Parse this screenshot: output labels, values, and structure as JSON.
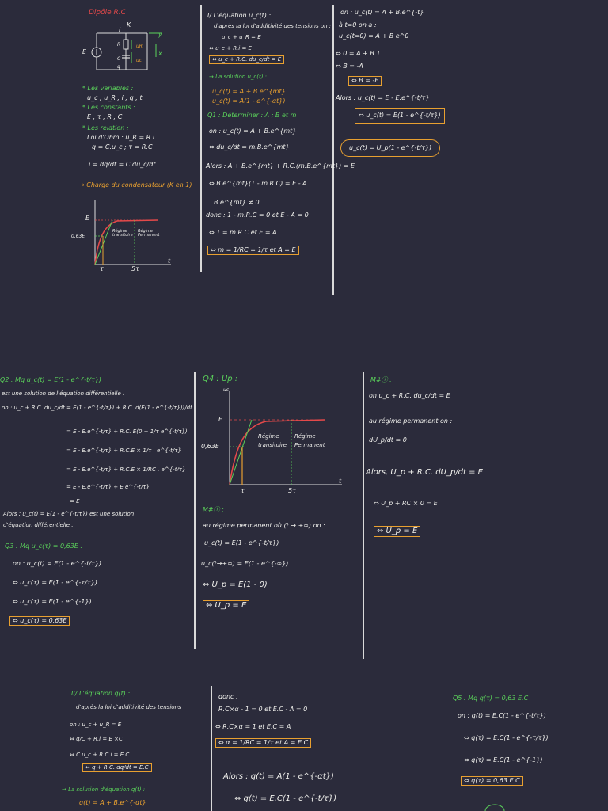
{
  "section1": {
    "title": "Dipôle R.C",
    "circuit": {
      "source": "E",
      "label_i": "i",
      "label_k": "K",
      "label_y": "y",
      "label_x": "x",
      "label_uR": "uR",
      "label_uc": "uc",
      "label_q": "q",
      "label_R": "R",
      "label_C": "C"
    },
    "notes": [
      "* Les variables :",
      "u_c ; u_R ; i ; q ; t",
      "* Les constants :",
      "E ; τ ; R ; C",
      "* Les relation :",
      "Loi d'Ohm : u_R = R.i",
      "q = C.u_c ; τ = R.C",
      "i = dq/dt = C du_c/dt",
      "→ Charge du condensateur (K en 1)"
    ],
    "graph": {
      "y_top": "E",
      "y_mid": "0,63E",
      "x1": "τ",
      "x2": "5τ",
      "x_axis": "t",
      "regime1": "Régime transitoire",
      "regime2": "Régime Permanent"
    }
  },
  "col2_top": {
    "lines": [
      "I/ L'équation u_c(t) :",
      "d'après la loi d'additivité des tensions on :",
      "u_c + u_R = E",
      "⇔ u_c + R.i = E",
      "⇔ u_c + R.C. du_c/dt = E",
      "→ La solution u_c(t) :",
      "u_c(t) = A + B.e^{mt}",
      "u_c(t) = A(1 - e^{-αt})",
      "Q1 : Déterminer : A ; B et m",
      "on : u_c(t) = A + B.e^{mt}",
      "⇔ du_c/dt = m.B.e^{mt}",
      "Alors : A + B.e^{mt} + R.C.(m.B.e^{mt}) = E",
      "⇔ B.e^{mt}(1 - m.R.C) = E - A",
      "B.e^{mt} ≠ 0",
      "donc : 1 - m.R.C = 0 et E - A = 0",
      "⇔ 1 = m.R.C et E = A",
      "⇔ m = 1/RC = 1/τ  et  A = E"
    ]
  },
  "col3_top": {
    "lines": [
      "on : u_c(t) = A + B.e^{-t}",
      "à t=0 on a :",
      "u_c(t=0) = A + B e^0",
      "⇔ 0 = A + B.1",
      "⇔ B = -A",
      "⇔ B = -E",
      "Alors : u_c(t) = E - E.e^{-t/τ}",
      "⇔ u_c(t) = E(1 - e^{-t/τ})",
      "u_c(t) = U_p(1 - e^{-t/τ})"
    ]
  },
  "middle_left": {
    "lines": [
      "Q2 : Mq u_c(t) = E(1 - e^{-t/τ})",
      "est une solution de l'équation différentielle :",
      "on : u_c + R.C. du_c/dt = E(1 - e^{-t/τ}) + R.C. d(E(1 - e^{-t/τ}))/dt",
      "= E - E.e^{-t/τ} + R.C. E(0 + 1/τ e^{-t/τ})",
      "= E - E.e^{-t/τ} + R.C.E × 1/τ . e^{-t/τ}",
      "= E - E.e^{-t/τ} + R.C.E × 1/RC . e^{-t/τ}",
      "= E - E.e^{-t/τ} + E.e^{-t/τ}",
      "= E",
      "Alors ; u_c(t) = E(1 - e^{-t/τ}) est une solution",
      "d'équation différentielle .",
      "Q3 : Mq u_c(τ) = 0,63E .",
      "on : u_c(t) = E(1 - e^{-t/τ})",
      "⇔ u_c(τ) = E(1 - e^{-τ/τ})",
      "⇔ u_c(τ) = E(1 - e^{-1})",
      "⇔ u_c(τ) = 0,63E"
    ]
  },
  "middle_center": {
    "title": "Q4 : Up :",
    "graph": {
      "y_axis": "uc",
      "y_top": "E",
      "y_mid": "0,63E",
      "x1": "τ",
      "x2": "5τ",
      "x_axis": "t",
      "regime1": "Régime transitoire",
      "regime2": "Régime Permanent"
    },
    "lines": [
      "M#ⓘ :",
      "au régime permanent où (t → +∞) on :",
      "u_c(t) = E(1 - e^{-t/τ})",
      "u_c(t→+∞) = E(1 - e^{-∞})",
      "⇔ U_p = E(1 - 0)",
      "⇔ U_p = E"
    ]
  },
  "middle_right": {
    "lines": [
      "M#ⓘ :",
      "on u_c + R.C. du_c/dt = E",
      "au régime permanent on :",
      "dU_p/dt = 0",
      "Alors, U_p + R.C. dU_p/dt = E",
      "⇔ U_p + RC × 0 = E",
      "⇔ U_p = E"
    ]
  },
  "bottom_left": {
    "lines": [
      "II/ L'équation q(t) :",
      "d'après la loi d'additivité des tensions",
      "on : u_c + u_R = E",
      "⇔ q/C + R.i = E  ×C",
      "⇔ C.u_c + R.C.i = E.C",
      "⇔ q + R.C. dq/dt = E.C",
      "→ La solution d'équation q(t) :",
      "q(t) = A + B.e^{-αt}"
    ]
  },
  "bottom_center": {
    "lines": [
      "donc :",
      "R.C×α - 1 = 0   et E.C - A = 0",
      "⇔ R.C×α = 1      et E.C = A",
      "⇔ α = 1/RC = 1/τ    et  A = E.C",
      "Alors : q(t) = A(1 - e^{-αt})",
      "⇔ q(t) = E.C(1 - e^{-t/τ})"
    ]
  },
  "bottom_right": {
    "lines": [
      "Q5 : Mq q(τ) = 0,63 E.C",
      "on : q(t) = E.C(1 - e^{-t/τ})",
      "⇔ q(τ) = E.C(1 - e^{-τ/τ})",
      "⇔ q(τ) = E.C(1 - e^{-1})",
      "⇔ q(τ) = 0,63 E.C"
    ]
  }
}
